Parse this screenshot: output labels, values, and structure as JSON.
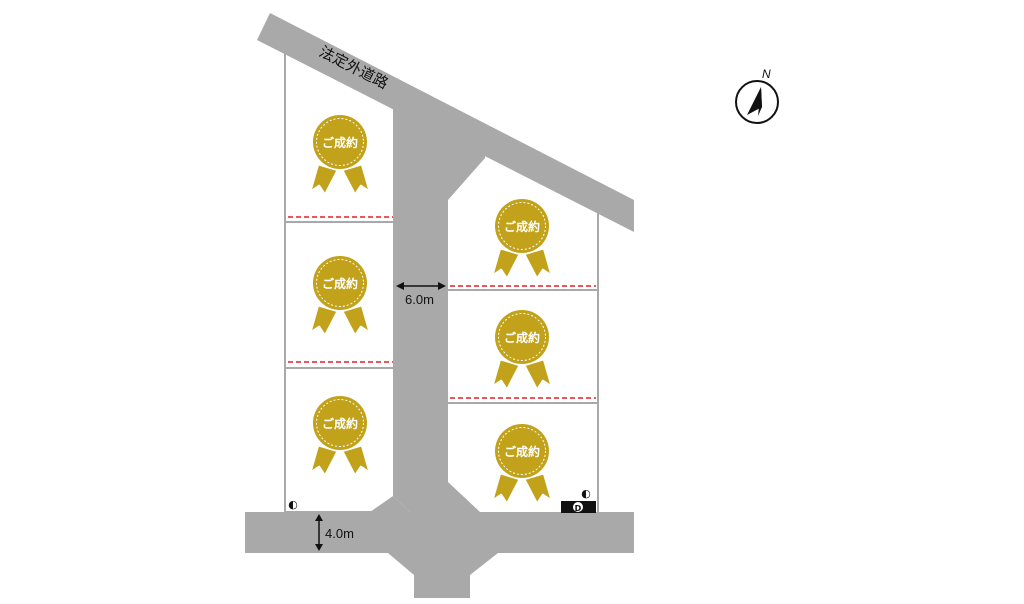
{
  "roads": {
    "public_road_label": "法定外道路",
    "main_road_width": "6.0m",
    "bottom_road_width": "4.0m",
    "road_color": "#a9a9a9"
  },
  "lots": [
    {
      "badge": "ご成約"
    },
    {
      "badge": "ご成約"
    },
    {
      "badge": "ご成約"
    },
    {
      "badge": "ご成約"
    },
    {
      "badge": "ご成約"
    },
    {
      "badge": "ご成約"
    }
  ],
  "badge_style": {
    "medal_color": "#c2a21a",
    "text_color": "#ffffff"
  },
  "compass": {
    "label": "N",
    "icon": "north-arrow-icon"
  },
  "markers": {
    "half_circle_icon": "◐",
    "d_box_label": "D"
  },
  "colors": {
    "lot_border": "#a9a9a9",
    "setback_line": "#e0202a"
  }
}
